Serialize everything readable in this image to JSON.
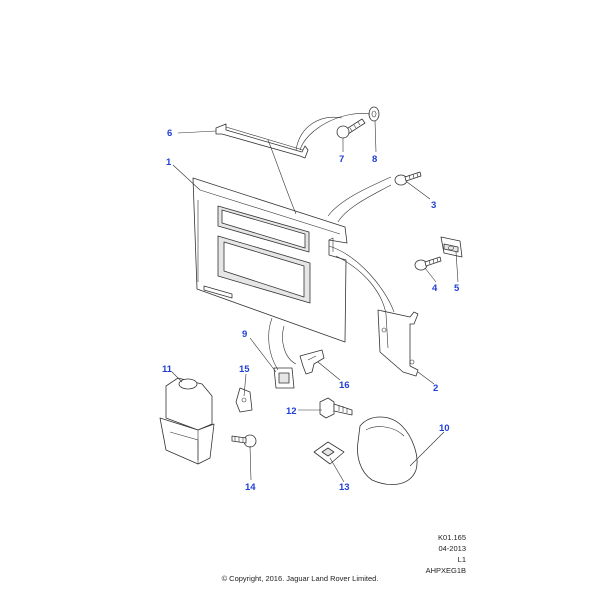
{
  "callouts": {
    "c1": "1",
    "c2": "2",
    "c3": "3",
    "c4": "4",
    "c5": "5",
    "c6": "6",
    "c7": "7",
    "c8": "8",
    "c9": "9",
    "c10": "10",
    "c11": "11",
    "c12": "12",
    "c13": "13",
    "c14": "14",
    "c15": "15",
    "c16": "16"
  },
  "meta": {
    "ref": "K01.165",
    "date": "04-2013",
    "level": "L1",
    "code": "AHPXEG1B"
  },
  "copyright": "© Copyright, 2016. Jaguar Land Rover Limited.",
  "colors": {
    "callout": "#1f3fd6",
    "line": "#333333"
  }
}
